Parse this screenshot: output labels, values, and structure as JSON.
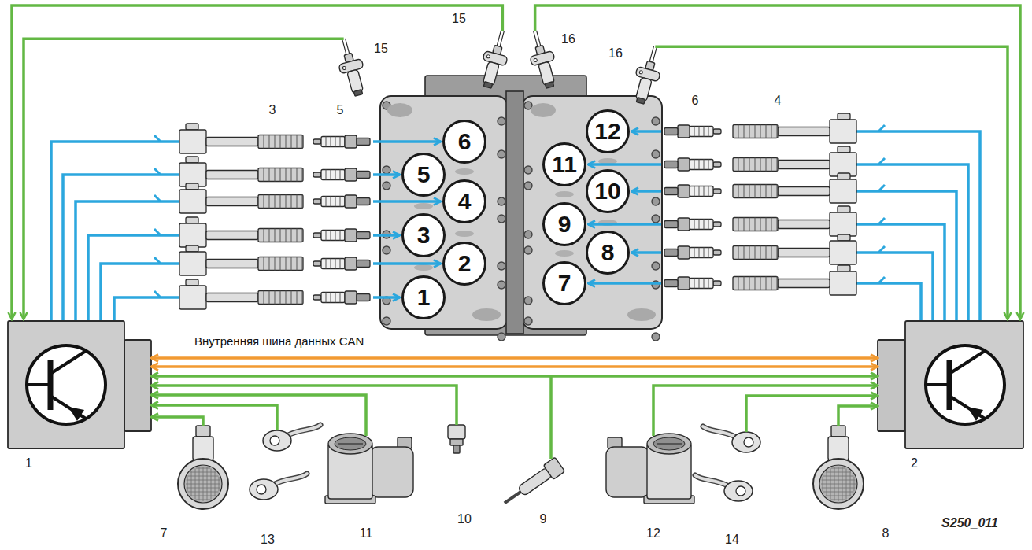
{
  "diagram": {
    "nodes": [
      {
        "text": [
          "12"
        ]
      },
      {
        "text": [
          "6"
        ]
      },
      {
        "text": [
          "11"
        ]
      },
      {
        "text": [
          "5"
        ]
      },
      {
        "text": [
          "10"
        ]
      },
      {
        "text": [
          "4"
        ]
      },
      {
        "text": [
          "9"
        ]
      },
      {
        "text": [
          "3"
        ]
      },
      {
        "text": [
          "8"
        ]
      },
      {
        "text": [
          "2"
        ]
      },
      {
        "text": [
          "7"
        ]
      },
      {
        "text": [
          "1"
        ]
      },
      {
        "text": [
          "1"
        ]
      },
      {
        "text": [
          "2"
        ]
      }
    ],
    "edges": [
      {
        "from": 12,
        "to": 13,
        "arrow": "both",
        "label": "Внутренняя шина данных CAN"
      }
    ],
    "labels": [
      "15",
      "15",
      "16",
      "16",
      "3",
      "5",
      "6",
      "4",
      "7",
      "13",
      "11",
      "10",
      "9",
      "12",
      "14",
      "8",
      "S250_011"
    ]
  }
}
